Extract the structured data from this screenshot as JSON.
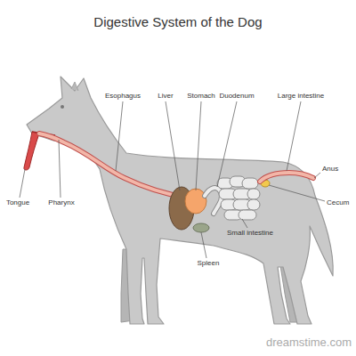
{
  "diagram": {
    "title": "Digestive System of the Dog",
    "labels": [
      "Esophagus",
      "Liver",
      "Stomach",
      "Duodenum",
      "Large intestine",
      "Tongue",
      "Pharynx",
      "Anus",
      "Cecum",
      "Spleen",
      "Small intestine",
      "dreamstime.com"
    ]
  }
}
